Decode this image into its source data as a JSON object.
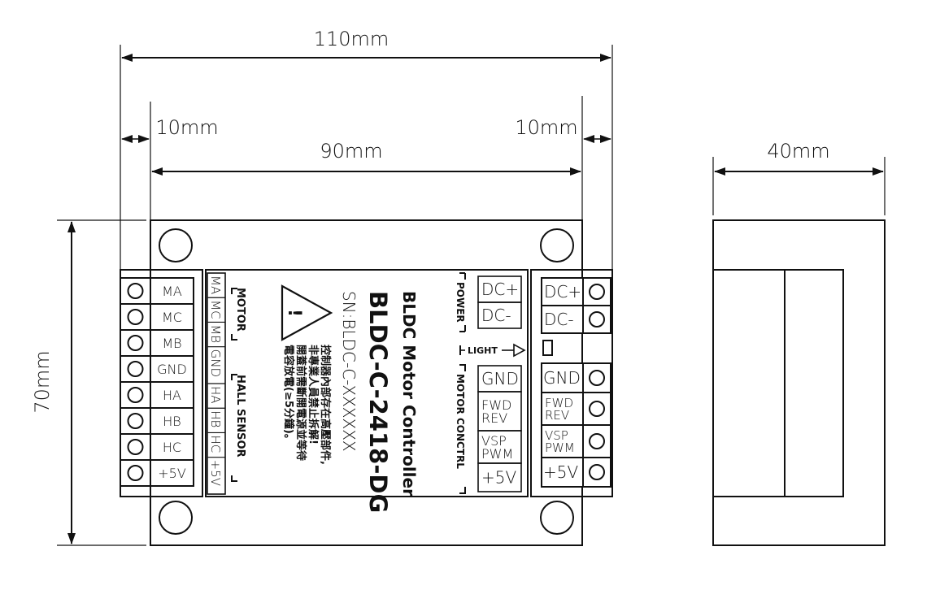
{
  "dimensions": {
    "total_width": "110mm",
    "left_margin": "10mm",
    "right_margin": "10mm",
    "inner_width": "90mm",
    "height": "70mm",
    "depth": "40mm"
  },
  "left_terminals": [
    "MA",
    "MC",
    "MB",
    "GND",
    "HA",
    "HB",
    "HC",
    "+5V"
  ],
  "inner_labels": [
    "MA",
    "MC",
    "MB",
    "GND",
    "HA",
    "HB",
    "HC",
    "+5V"
  ],
  "group_labels": {
    "motor": "MOTOR",
    "hall": "HALL SENSOR",
    "power": "POWER",
    "light": "LIGHT",
    "motor_control": "MOTOR CONCTRL"
  },
  "product": {
    "name": "BLDC Motor Controller",
    "model": "BLDC-C-2418-DG",
    "serial": "SN:BLDC-C-XXXXXX"
  },
  "warning": {
    "symbol": "!",
    "lines": [
      "控制器內部存在高壓部件,",
      "非專業人員禁止拆解!",
      "開蓋前需斷開電源並等待",
      "電容放電(≥5分鐘)。"
    ]
  },
  "right_inner_terminals": [
    {
      "line1": "DC+",
      "line2": ""
    },
    {
      "line1": "DC-",
      "line2": ""
    },
    {
      "line1": "GND",
      "line2": ""
    },
    {
      "line1": "FWD",
      "line2": "REV"
    },
    {
      "line1": "VSP",
      "line2": "PWM"
    },
    {
      "line1": "+5V",
      "line2": ""
    }
  ],
  "right_terminals_power": [
    "DC+",
    "DC-"
  ],
  "right_terminals_control": [
    {
      "line1": "GND",
      "line2": ""
    },
    {
      "line1": "FWD",
      "line2": "REV"
    },
    {
      "line1": "VSP",
      "line2": "PWM"
    },
    {
      "line1": "+5V",
      "line2": ""
    }
  ]
}
